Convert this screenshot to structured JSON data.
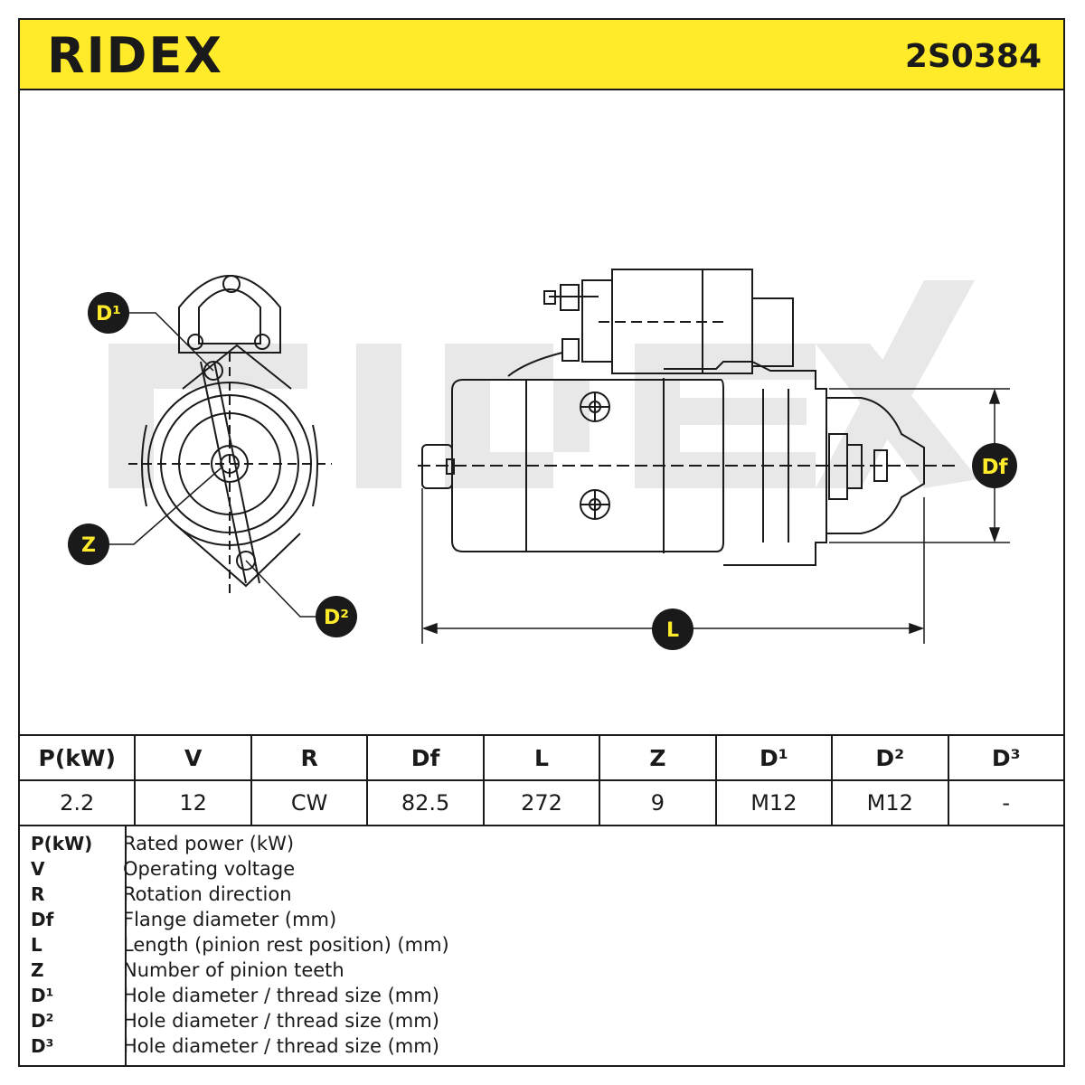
{
  "header": {
    "brand": "RIDEX",
    "part_number": "2S0384"
  },
  "diagram": {
    "callouts": {
      "d1": "D¹",
      "z": "Z",
      "d2": "D²",
      "df": "Df",
      "l": "L"
    },
    "watermark": "RIDEX"
  },
  "specs": {
    "headers": [
      "P(kW)",
      "V",
      "R",
      "Df",
      "L",
      "Z",
      "D¹",
      "D²",
      "D³"
    ],
    "values": [
      "2.2",
      "12",
      "CW",
      "82.5",
      "272",
      "9",
      "M12",
      "M12",
      "-"
    ]
  },
  "legend": [
    {
      "symbol": "P(kW)",
      "description": "Rated power (kW)"
    },
    {
      "symbol": "V",
      "description": "Operating voltage"
    },
    {
      "symbol": "R",
      "description": "Rotation direction"
    },
    {
      "symbol": "Df",
      "description": "Flange diameter (mm)"
    },
    {
      "symbol": "L",
      "description": "Length (pinion rest position) (mm)"
    },
    {
      "symbol": "Z",
      "description": "Number of pinion teeth"
    },
    {
      "symbol": "D¹",
      "description": "Hole diameter / thread size (mm)"
    },
    {
      "symbol": "D²",
      "description": "Hole diameter / thread size (mm)"
    },
    {
      "symbol": "D³",
      "description": "Hole diameter / thread size (mm)"
    }
  ],
  "colors": {
    "header_bg": "#ffeb2a",
    "callout_bg": "#1a1a1a",
    "callout_text": "#ffeb2a",
    "line": "#1a1a1a",
    "watermark": "#e6e6e6"
  }
}
